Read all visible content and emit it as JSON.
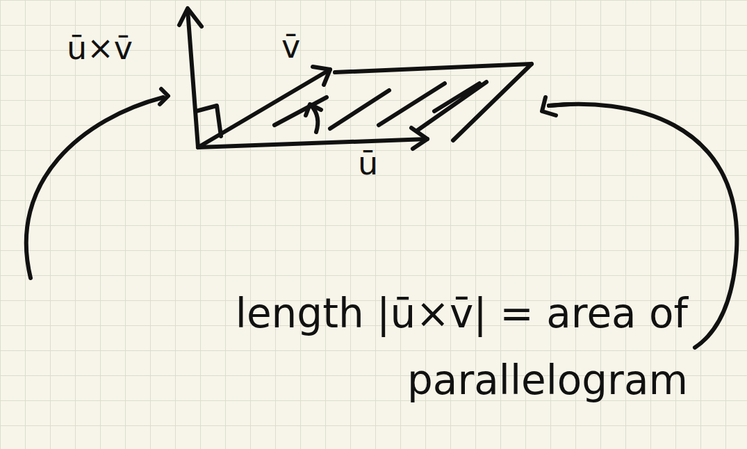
{
  "diagram": {
    "labels": [
      "ū×v̄",
      "v̄",
      "ū",
      "length |ū×v̄| = area of parallelogram"
    ]
  }
}
